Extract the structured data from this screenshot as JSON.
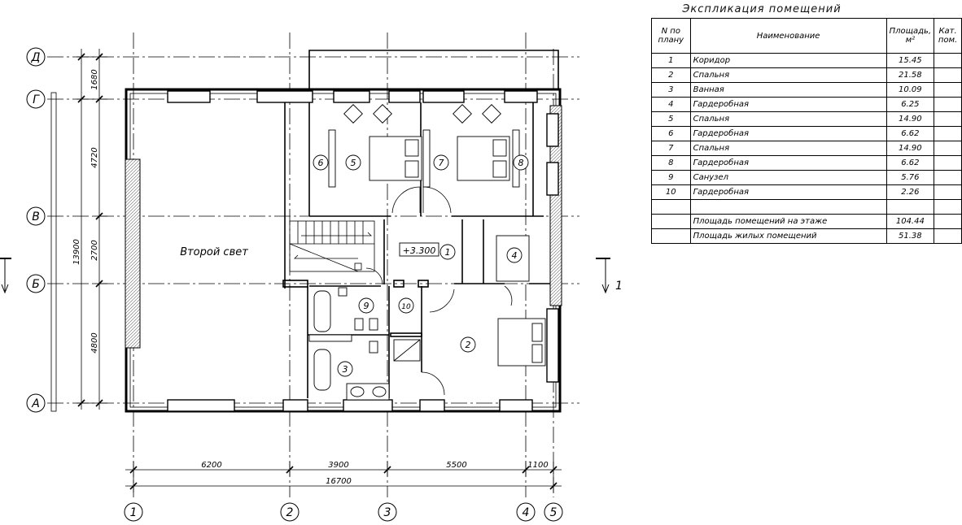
{
  "plan": {
    "axes_letters": [
      "Д",
      "Г",
      "В",
      "Б",
      "А"
    ],
    "axes_numbers": [
      "1",
      "2",
      "3",
      "4",
      "5"
    ],
    "left_dims": [
      "1680",
      "4720",
      "2700",
      "4800"
    ],
    "left_total": "13900",
    "bottom_dims": [
      "6200",
      "3900",
      "5500",
      "1100"
    ],
    "bottom_total": "16700",
    "section_mark": "1",
    "level_mark": "+3.300",
    "double_height_label": "Второй свет",
    "room_numbers": [
      "1",
      "2",
      "3",
      "4",
      "5",
      "6",
      "7",
      "8",
      "9",
      "10"
    ]
  },
  "explication": {
    "title": "Экспликация помещений",
    "headers": {
      "num": "N по плану",
      "name": "Наименование",
      "area": "Площадь, м²",
      "cat": "Кат. пом."
    },
    "rows": [
      {
        "num": "1",
        "name": "Коридор",
        "area": "15.45"
      },
      {
        "num": "2",
        "name": "Спальня",
        "area": "21.58"
      },
      {
        "num": "3",
        "name": "Ванная",
        "area": "10.09"
      },
      {
        "num": "4",
        "name": "Гардеробная",
        "area": "6.25"
      },
      {
        "num": "5",
        "name": "Спальня",
        "area": "14.90"
      },
      {
        "num": "6",
        "name": "Гардеробная",
        "area": "6.62"
      },
      {
        "num": "7",
        "name": "Спальня",
        "area": "14.90"
      },
      {
        "num": "8",
        "name": "Гардеробная",
        "area": "6.62"
      },
      {
        "num": "9",
        "name": "Санузел",
        "area": "5.76"
      },
      {
        "num": "10",
        "name": "Гардеробная",
        "area": "2.26"
      }
    ],
    "total_floor_label": "Площадь помещений на этаже",
    "total_floor_value": "104.44",
    "total_living_label": "Площадь жилых помещений",
    "total_living_value": "51.38"
  }
}
